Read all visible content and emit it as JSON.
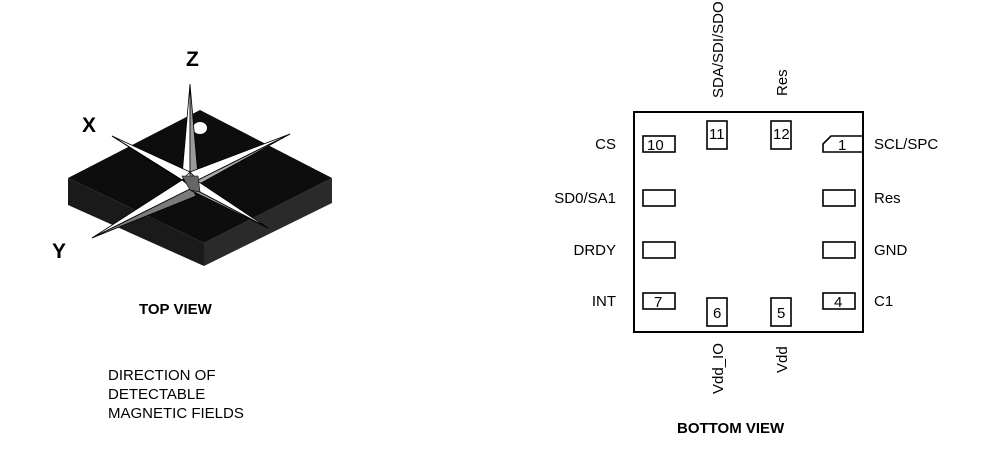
{
  "top_view": {
    "axis_x": "X",
    "axis_y": "Y",
    "axis_z": "Z",
    "caption": "TOP VIEW"
  },
  "note": {
    "line1": "DIRECTION OF",
    "line2": "DETECTABLE",
    "line3": "MAGNETIC FIELDS"
  },
  "bottom_view": {
    "caption": "BOTTOM VIEW",
    "pins": {
      "p1": {
        "number": "1",
        "label": "SCL/SPC"
      },
      "p2": {
        "label": "Res"
      },
      "p3": {
        "label": "GND"
      },
      "p4": {
        "number": "4",
        "label": "C1"
      },
      "p5": {
        "number": "5",
        "label": "Vdd"
      },
      "p6": {
        "number": "6",
        "label": "Vdd_IO"
      },
      "p7": {
        "number": "7",
        "label": "INT"
      },
      "p8": {
        "label": "DRDY"
      },
      "p9": {
        "label": "SD0/SA1"
      },
      "p10": {
        "number": "10",
        "label": "CS"
      },
      "p11": {
        "number": "11",
        "label": "SDA/SDI/SDO"
      },
      "p12": {
        "number": "12",
        "label": "Res"
      }
    }
  }
}
